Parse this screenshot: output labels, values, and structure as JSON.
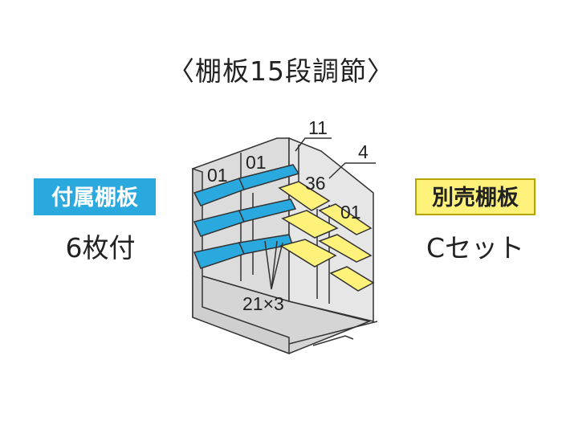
{
  "title": "〈棚板15段調節〉",
  "included": {
    "badge": "付属棚板",
    "count": "6枚付"
  },
  "optional": {
    "badge": "別売棚板",
    "count": "Cセット"
  },
  "labels": {
    "left_shelf_1": "01",
    "left_shelf_2": "01",
    "top_callout": "11",
    "right_callout": "4",
    "mid_label": "36",
    "right_shelf": "01",
    "bottom_callout": "21×3"
  },
  "colors": {
    "included": "#2aa9df",
    "optional": "#fff27a",
    "frame": "#333333",
    "wall": "#d8d8d8"
  }
}
